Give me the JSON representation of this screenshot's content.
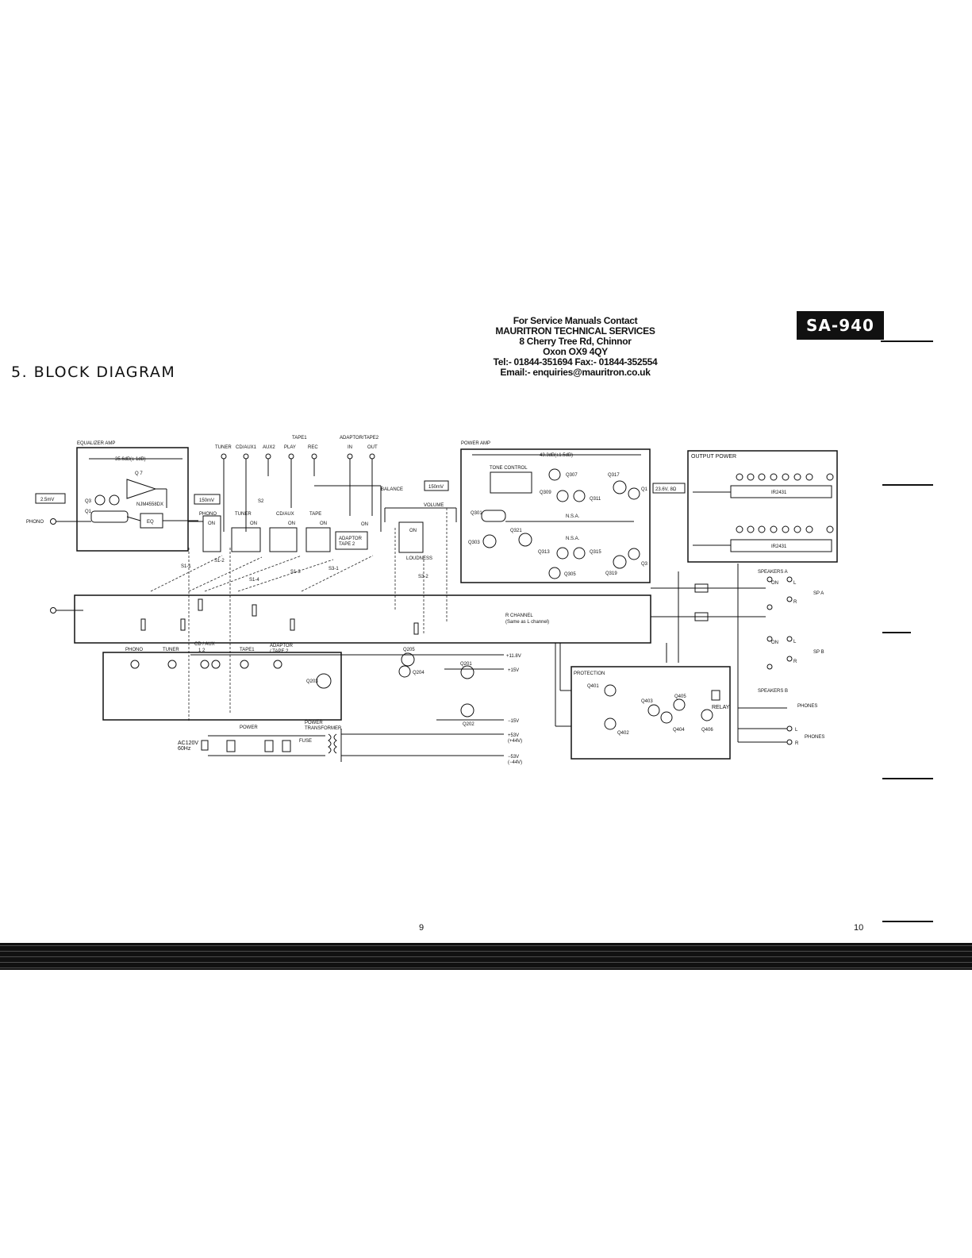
{
  "header": {
    "service_lines": [
      "For Service Manuals Contact",
      "MAURITRON TECHNICAL SERVICES",
      "8 Cherry Tree Rd, Chinnor",
      "Oxon OX9 4QY",
      "Tel:- 01844-351694 Fax:- 01844-352554",
      "Email:- enquiries@mauritron.co.uk"
    ],
    "model": "SA-940",
    "section_title": "5. BLOCK  DIAGRAM"
  },
  "diagram": {
    "blocks": {
      "equalizer_amp": "EQUALIZER AMP",
      "eq_gain": "35.6dB(± 1dB)",
      "eq_ic": "NJM4558DX",
      "eq": "EQ",
      "power_amp": "POWER AMP",
      "power_gain": "43.3dB(±1.5dB)",
      "tone_control": "TONE CONTROL",
      "output_power": "OUTPUT POWER",
      "ic_top": "IR2431",
      "ic_bottom": "IR2431",
      "r_channel": "R CHANNEL",
      "r_channel_note": "(Same as L channel)",
      "protection": "PROTECTION",
      "relay": "RELAY",
      "power_transformer": "POWER\nTRANSFORMER",
      "power": "POWER",
      "fuse": "FUSE"
    },
    "inputs": {
      "tape1": "TAPE1",
      "adaptor_tape2": "ADAPTOR/TAPE2",
      "tuner": "TUNER",
      "cd_aux1": "CD/AUX1",
      "aux2": "AUX2",
      "play": "PLAY",
      "rec": "REC",
      "in": "IN",
      "out": "OUT",
      "phono": "PHONO"
    },
    "levels": {
      "phono_in": "2.5mV",
      "after_eq": "150mV",
      "volume": "150mV",
      "output": "23.6V, 8Ω"
    },
    "selectors": {
      "phono": "PHONO",
      "tuner": "TUNER",
      "cd_aux": "CD/AUX",
      "tape": "TAPE",
      "on": "ON",
      "adaptor_tape2": "ADAPTOR\nTAPE 2",
      "s2": "S2",
      "balance": "BALANCE",
      "volume": "VOLUME",
      "loudness": "LOUDNESS",
      "s3_2": "S3-2"
    },
    "switch_panel": {
      "phono": "PHONO",
      "tuner": "TUNER",
      "cd_aux": "CD / AUX",
      "cd_aux_sub": "1    2",
      "tape1": "TAPE1",
      "adaptor_tape2": "ADAPTOR\n/ TAPE 2"
    },
    "transistors": {
      "q1": "Q1",
      "q3": "Q3",
      "q7": "Q 7",
      "q301": "Q301",
      "q303": "Q303",
      "q305": "Q305",
      "q307": "Q307",
      "q309": "Q309",
      "q311": "Q311",
      "q313": "Q313",
      "q315": "Q315",
      "q317": "Q317",
      "q319": "Q319",
      "q321": "Q321",
      "q201": "Q201",
      "q202": "Q202",
      "q203": "Q203",
      "q204": "Q204",
      "q205": "Q205",
      "q401": "Q401",
      "q402": "Q402",
      "q403": "Q403",
      "q404": "Q404",
      "q405": "Q405",
      "q406": "Q406",
      "nsa1": "N.S.A.",
      "nsa2": "N.S.A."
    },
    "rails": {
      "v11": "+11.8V",
      "v15p": "+15V",
      "v15n": "−15V",
      "v53p": "+53V\n(+44V)",
      "v53n": "−53V\n(−44V)"
    },
    "ac": {
      "label": "AC120V",
      "freq": "60Hz"
    },
    "outputs": {
      "speakers_a": "SPEAKERS A",
      "speakers_b": "SPEAKERS B",
      "sp_a": "SP A",
      "sp_b": "SP B",
      "phones": "PHONES",
      "phones2": "PHONES",
      "l": "L",
      "r": "R",
      "on": "ON"
    },
    "wafer_labels": [
      "S1-1",
      "S1-2",
      "S1-4",
      "S1-3",
      "S3-1"
    ]
  },
  "footer": {
    "page_left": "9",
    "page_right": "10"
  }
}
